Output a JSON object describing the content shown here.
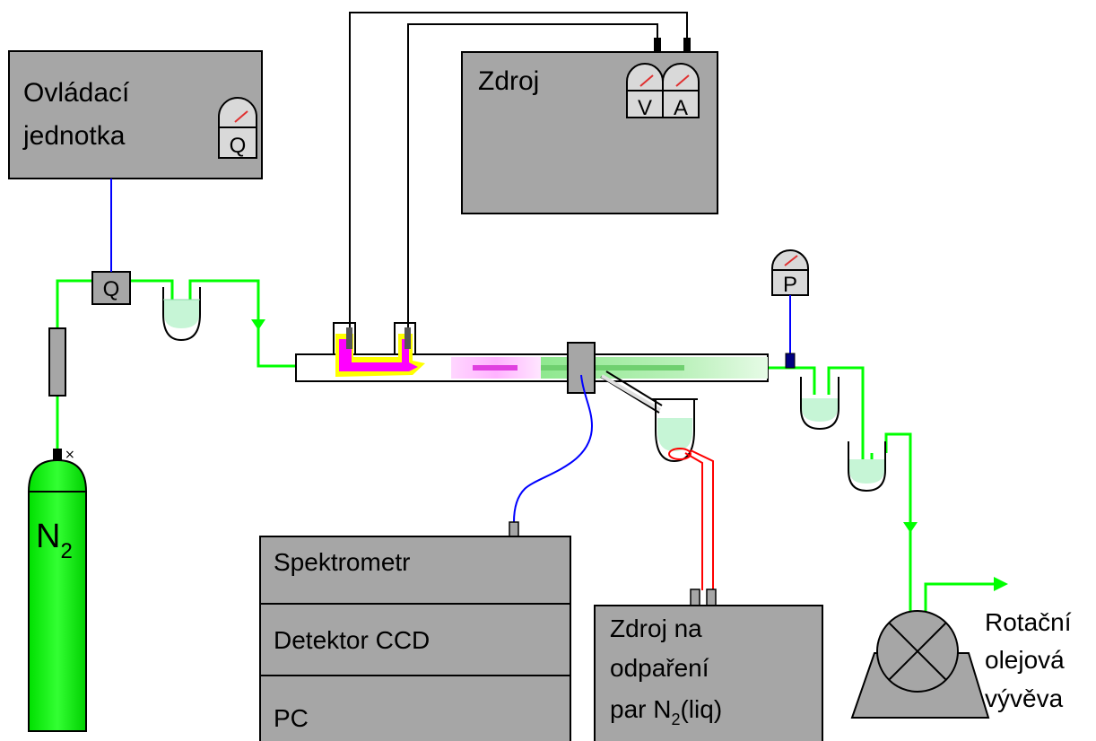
{
  "control_unit": {
    "label_line1": "Ovládací",
    "label_line2": "jednotka",
    "gauge_letter": "Q"
  },
  "power_supply": {
    "label": "Zdroj",
    "volt_letter": "V",
    "amp_letter": "A"
  },
  "flow_controller": {
    "letter": "Q"
  },
  "pressure_gauge": {
    "letter": "P"
  },
  "cylinder": {
    "gas": "N",
    "subscript": "2"
  },
  "spectrometer_stack": {
    "row1": "Spektrometr",
    "row2": "Detektor CCD",
    "row3": "PC"
  },
  "evaporation_supply": {
    "line1": "Zdroj na",
    "line2": "odpaření",
    "line3_prefix": "par N",
    "line3_sub": "2",
    "line3_suffix": "(liq)"
  },
  "pump": {
    "line1": "Rotační",
    "line2": "olejová",
    "line3": "vývěva"
  },
  "colors": {
    "gas_line": "#00ff00",
    "signal_line": "#0000ff",
    "heater_line": "#ff0000",
    "box_fill": "#a6a6a6",
    "cylinder_fill": "#00ff00",
    "liquid": "#c6f5d6",
    "discharge_magenta": "#ff00ff",
    "discharge_yellow": "#ffff00"
  }
}
